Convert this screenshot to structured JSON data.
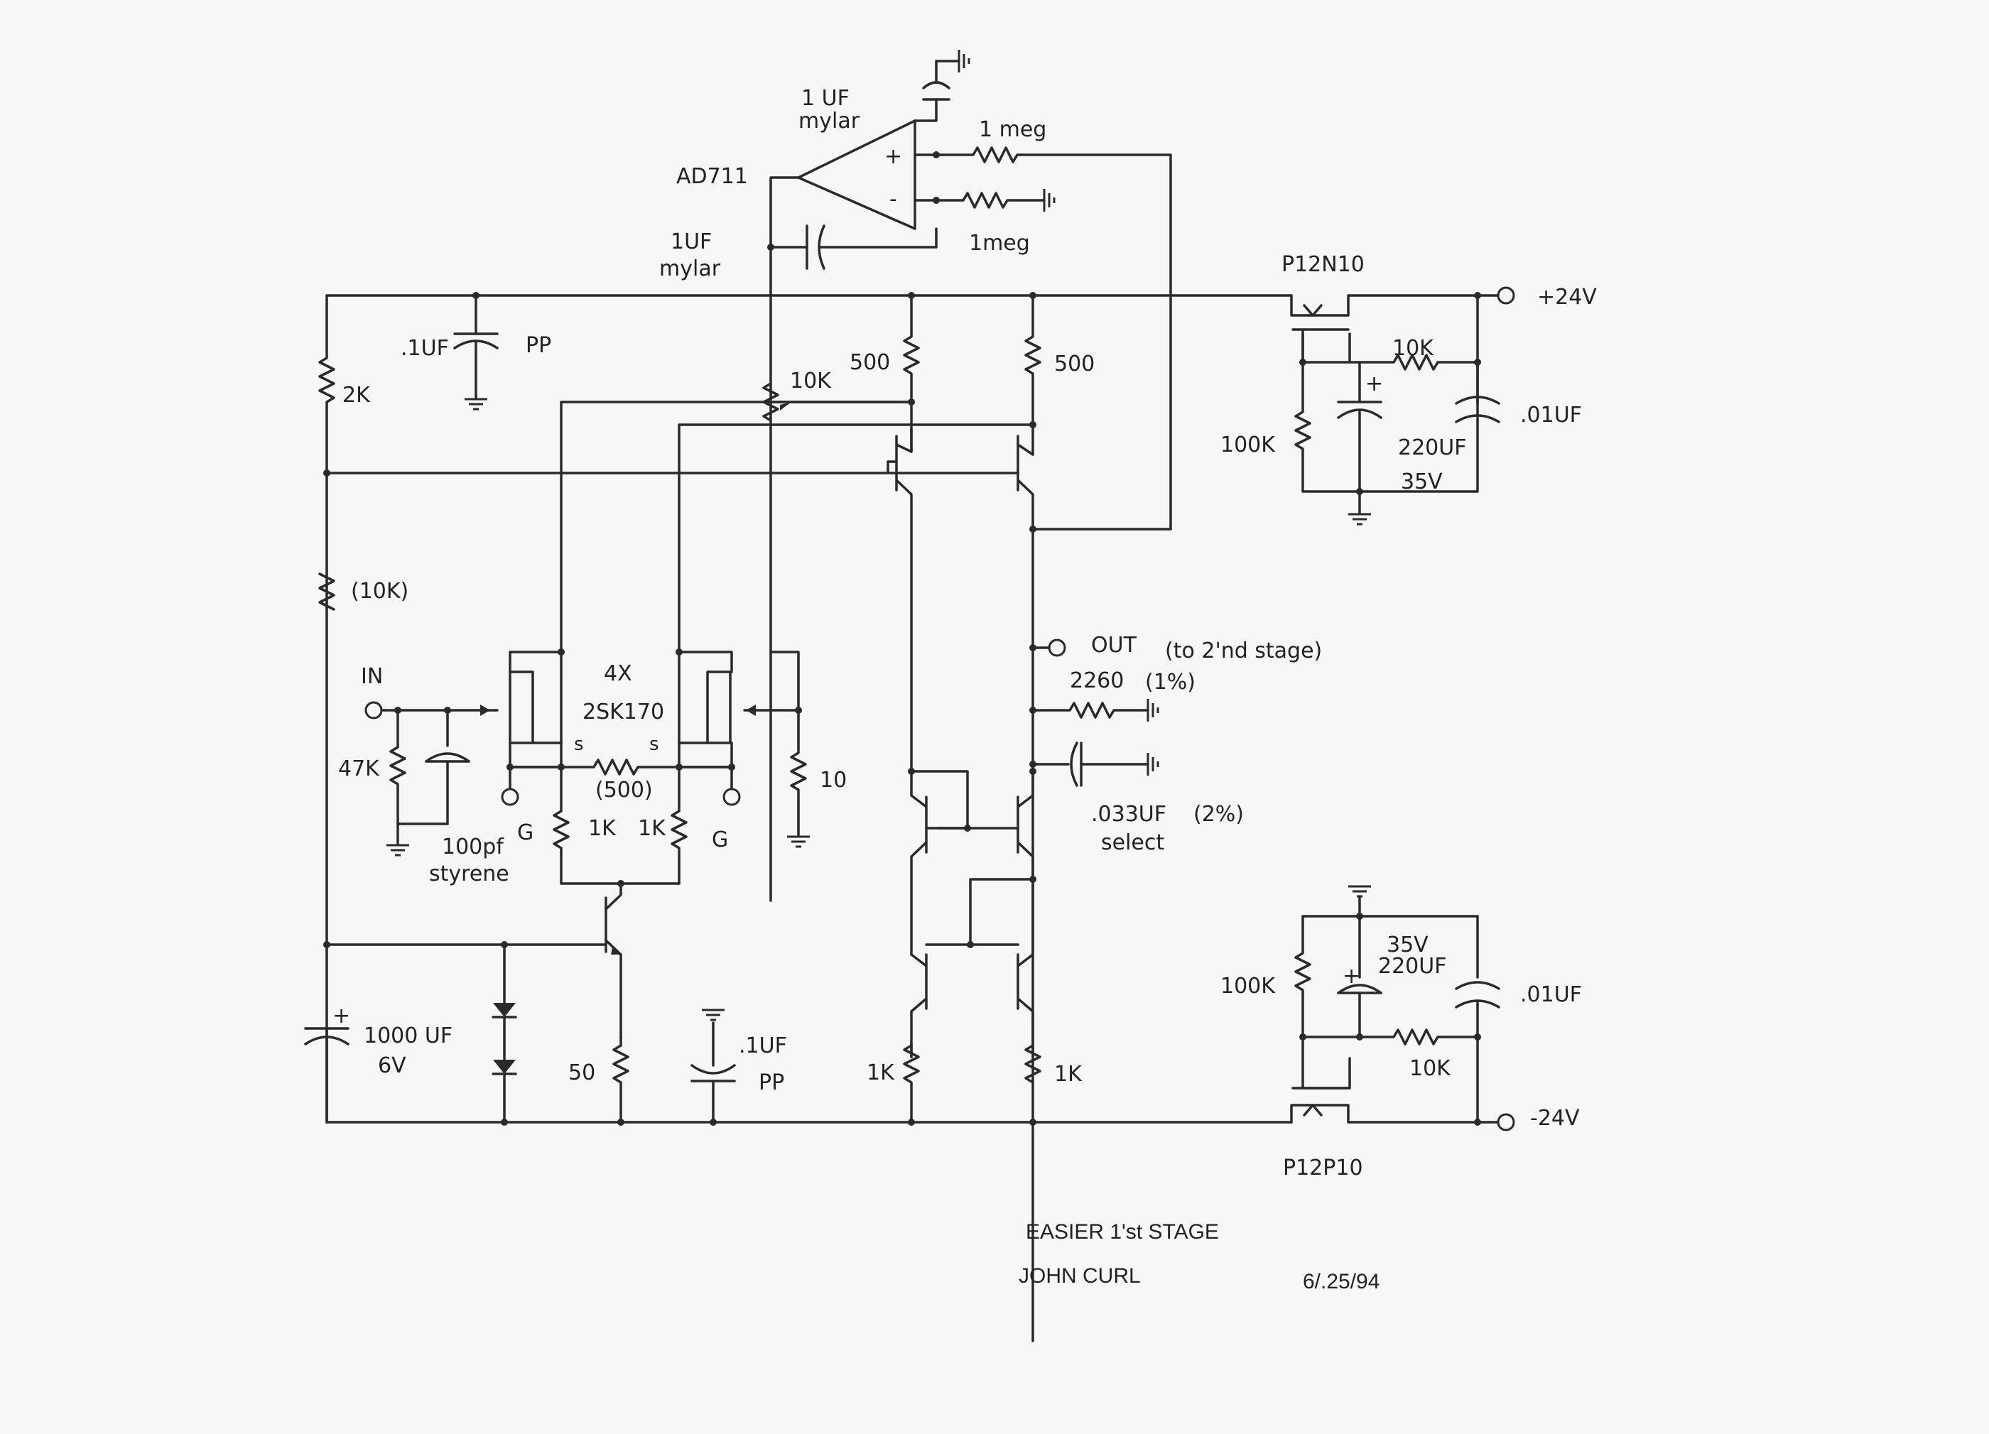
{
  "title": "EASIER 1'st STAGE",
  "author": "JOHN CURL",
  "date": "6/.25/94",
  "opamp": {
    "name": "AD711",
    "plus": "+",
    "minus": "-"
  },
  "labels": {
    "c_top_value": "1 UF",
    "c_top_type": "mylar",
    "r_fb_top": "1 meg",
    "r_fb_bottom": "1meg",
    "c_mid_value": "1UF",
    "c_mid_type": "mylar",
    "c_pp_top_value": ".1UF",
    "c_pp_top_type": "PP",
    "r_2k": "2K",
    "r_10k_trim": "10K",
    "r_500_left": "500",
    "r_500_right": "500",
    "r_10k_paren": "(10K)",
    "in": "IN",
    "fet_count": "4X",
    "fet_part": "2SK170",
    "s_left": "s",
    "s_right": "s",
    "r_47k": "47K",
    "r_src": "(500)",
    "r_10": "10",
    "g_left": "G",
    "g_right": "G",
    "r_1k_l": "1K",
    "r_1k_r": "1K",
    "c_100pf": "100pf",
    "c_100pf_type": "styrene",
    "c_1000uf": "1000 UF",
    "c_1000uf_v": "6V",
    "r_50": "50",
    "c_pp_bot_value": ".1UF",
    "c_pp_bot_type": "PP",
    "r_1k_bl": "1K",
    "r_1k_br": "1K",
    "out": "OUT",
    "out_note": "(to 2'nd stage)",
    "r_2260": "2260",
    "r_2260_tol": "(1%)",
    "c_033": ".033UF",
    "c_033_tol": "(2%)",
    "c_033_note": "select",
    "reg_top_part": "P12N10",
    "reg_top_v": "+24V",
    "reg_top_10k": "10K",
    "reg_top_100k": "100K",
    "reg_top_220": "220UF",
    "reg_top_35v": "35V",
    "reg_top_01": ".01UF",
    "reg_bot_part": "P12P10",
    "reg_bot_v": "-24V",
    "reg_bot_100k": "100K",
    "reg_bot_35v": "35V",
    "reg_bot_220": "220UF",
    "reg_bot_01": ".01UF",
    "reg_bot_10k": "10K",
    "plus": "+"
  }
}
